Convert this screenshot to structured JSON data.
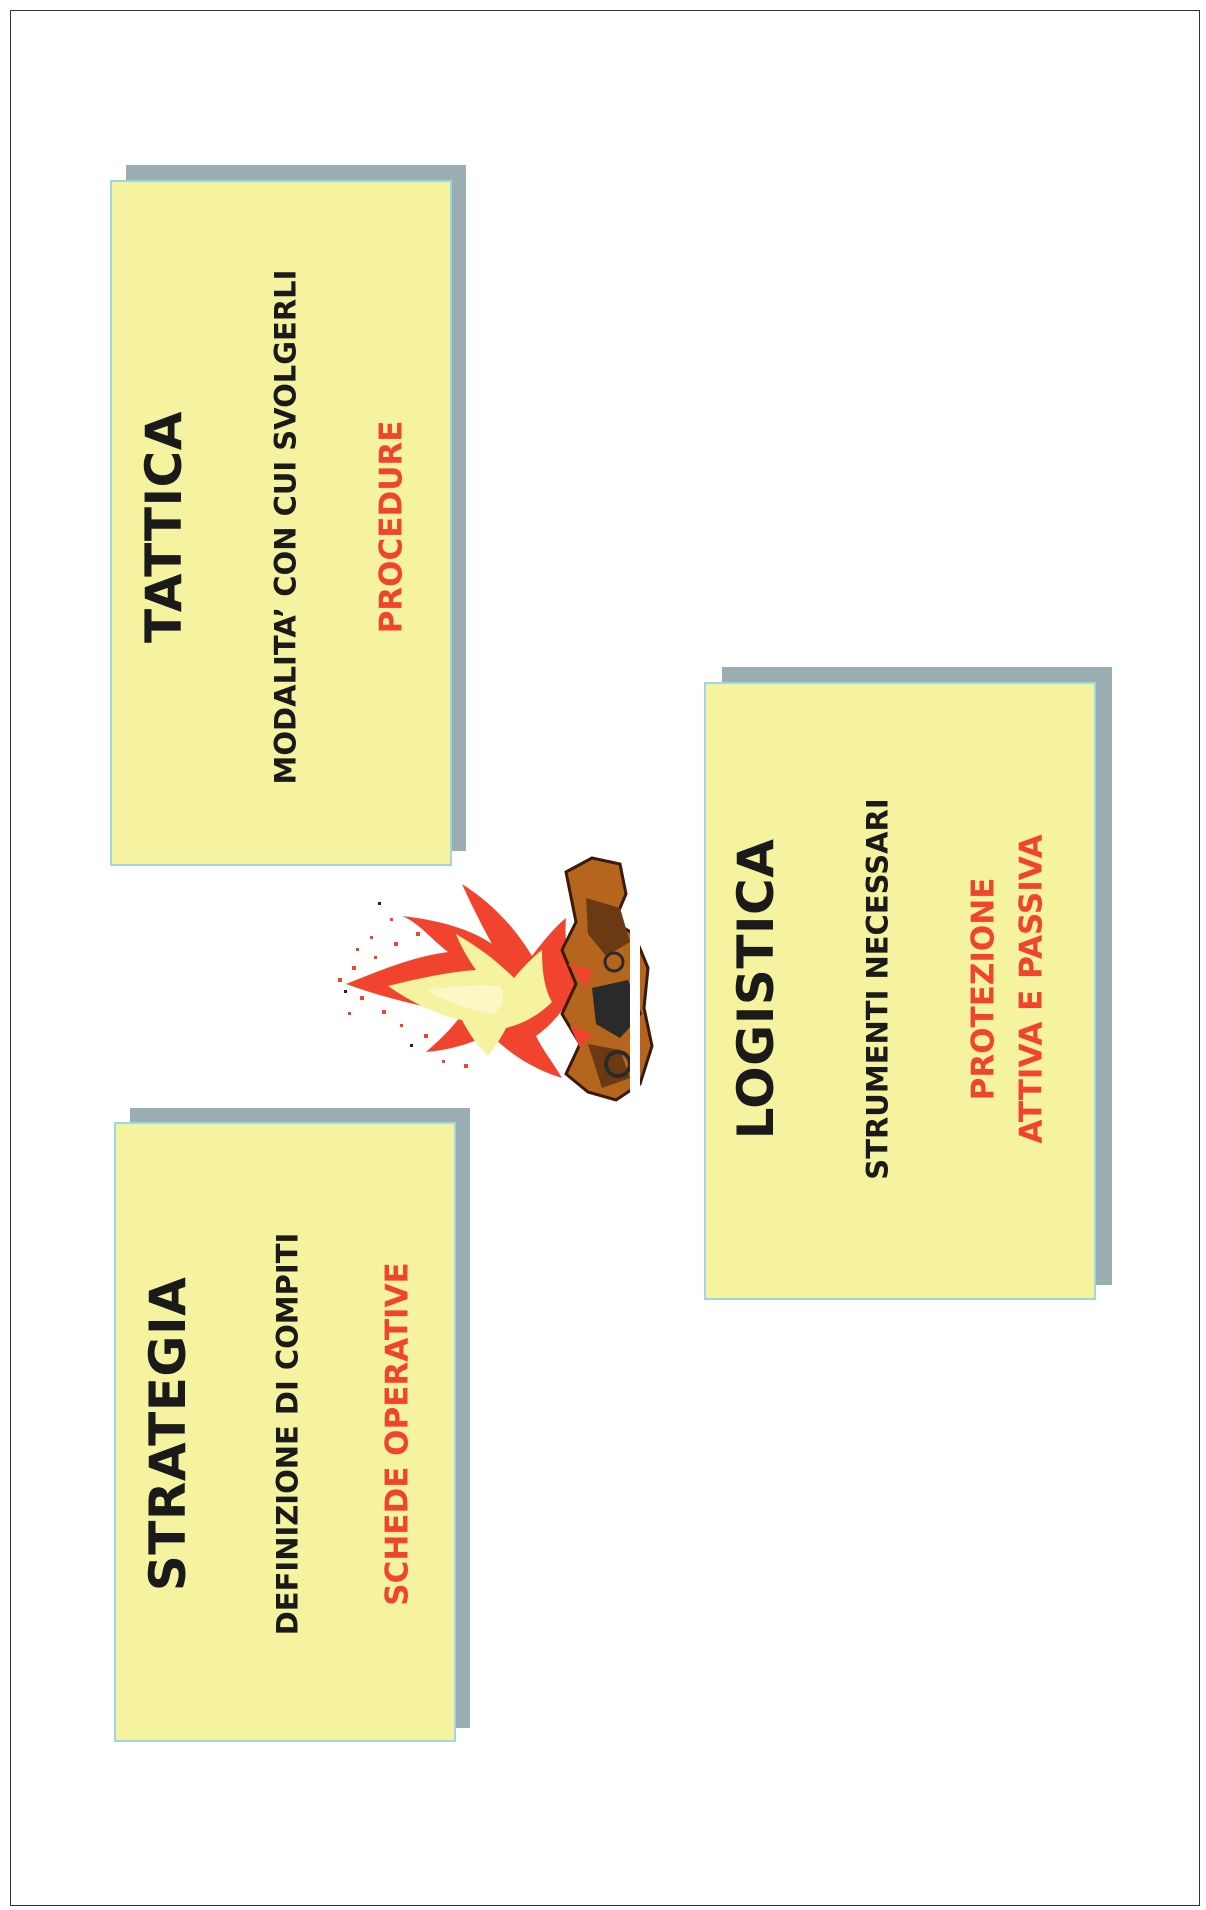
{
  "cards": {
    "tattica": {
      "title": "TATTICA",
      "subtitle": "MODALITA’ CON CUI SVOLGERLI",
      "highlight": "PROCEDURE"
    },
    "strategia": {
      "title": "STRATEGIA",
      "subtitle": "DEFINIZIONE DI COMPITI",
      "highlight": "SCHEDE OPERATIVE"
    },
    "logistica": {
      "title": "LOGISTICA",
      "subtitle": "STRUMENTI NECESSARI",
      "highlight_line1": "PROTEZIONE",
      "highlight_line2": "ATTIVA E PASSIVA"
    }
  },
  "colors": {
    "card_fill": "#f5f39f",
    "card_border": "#9ed7e0",
    "card_shadow": "#9aaeb4",
    "title_text": "#1a1a1a",
    "highlight_text": "#f0442f",
    "flame_orange": "#f0442f",
    "flame_yellow": "#f5f39f"
  },
  "image": {
    "icon": "fire-icon"
  }
}
